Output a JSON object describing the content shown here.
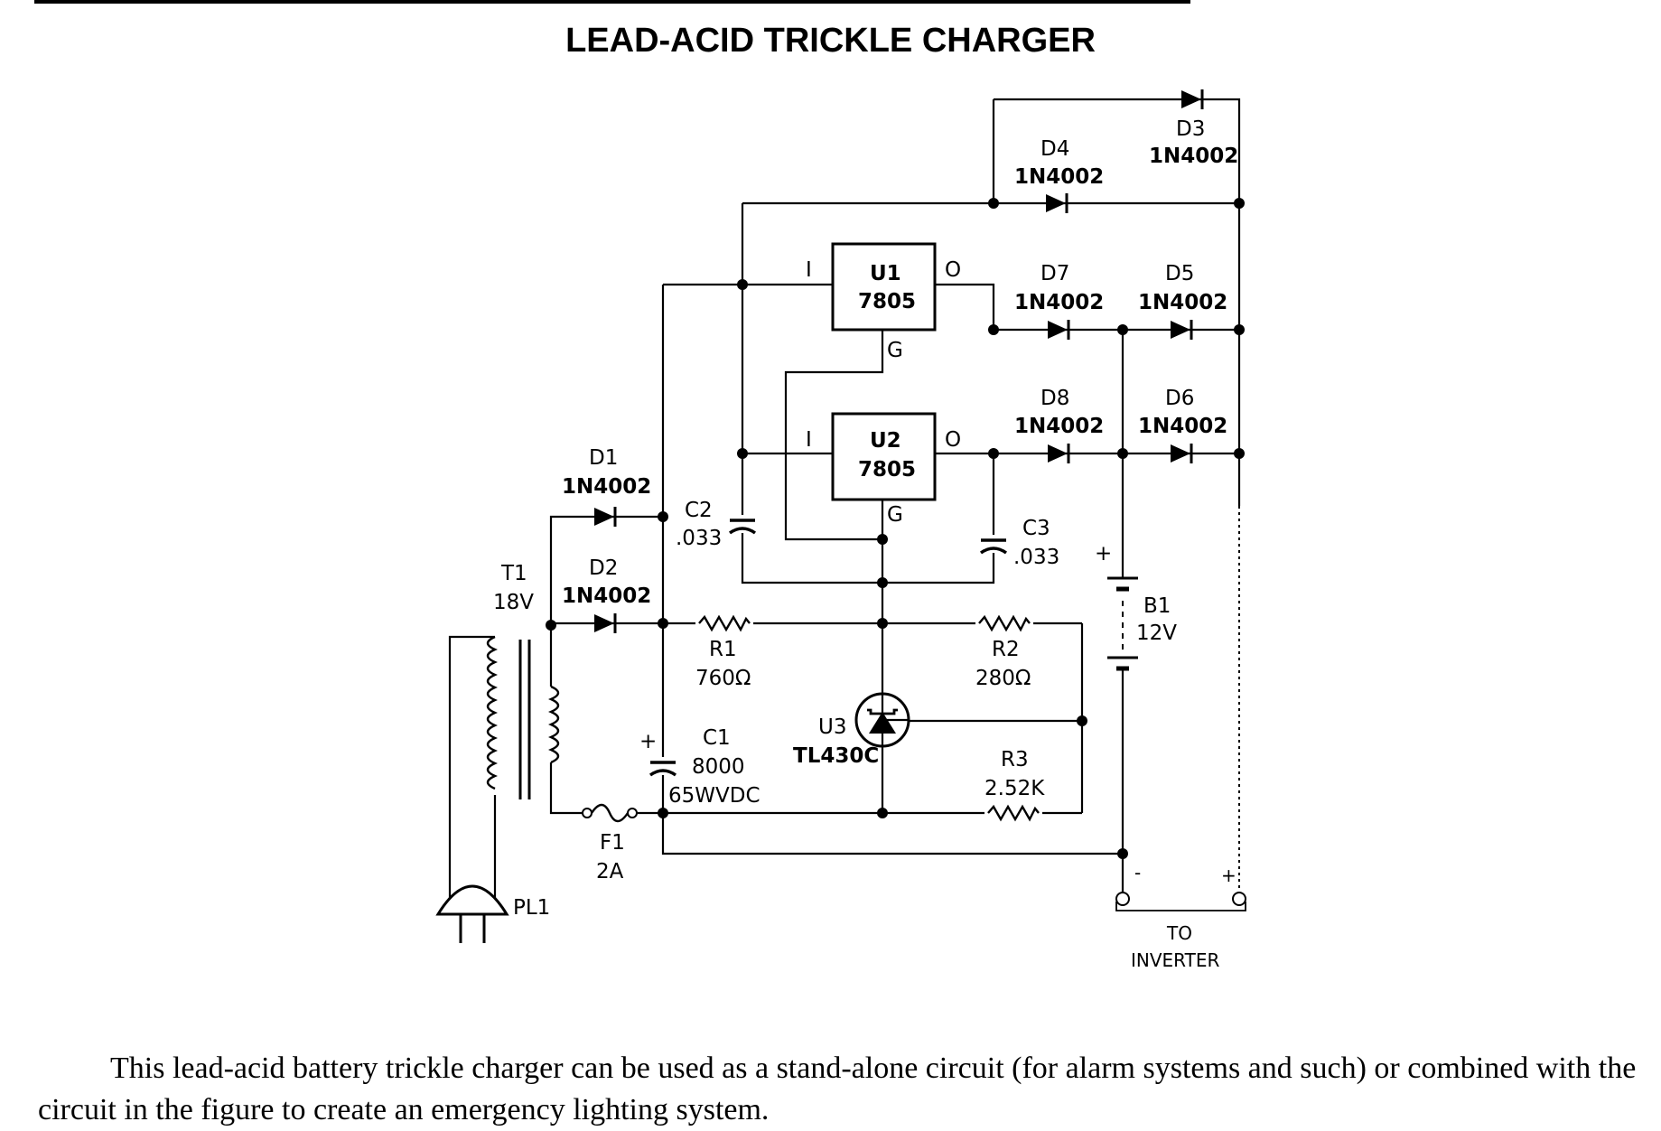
{
  "title": "LEAD-ACID TRICKLE CHARGER",
  "components": {
    "d1": {
      "ref": "D1",
      "part": "1N4002"
    },
    "d2": {
      "ref": "D2",
      "part": "1N4002"
    },
    "d3": {
      "ref": "D3",
      "part": "1N4002"
    },
    "d4": {
      "ref": "D4",
      "part": "1N4002"
    },
    "d5": {
      "ref": "D5",
      "part": "1N4002"
    },
    "d6": {
      "ref": "D6",
      "part": "1N4002"
    },
    "d7": {
      "ref": "D7",
      "part": "1N4002"
    },
    "d8": {
      "ref": "D8",
      "part": "1N4002"
    },
    "u1": {
      "ref": "U1",
      "part": "7805",
      "pin_i": "I",
      "pin_o": "O",
      "pin_g": "G"
    },
    "u2": {
      "ref": "U2",
      "part": "7805",
      "pin_i": "I",
      "pin_o": "O",
      "pin_g": "G"
    },
    "u3": {
      "ref": "U3",
      "part": "TL430C"
    },
    "c1": {
      "ref": "C1",
      "value": "8000",
      "rating": "65WVDC",
      "polarity": "+"
    },
    "c2": {
      "ref": "C2",
      "value": ".033"
    },
    "c3": {
      "ref": "C3",
      "value": ".033"
    },
    "r1": {
      "ref": "R1",
      "value": "760Ω"
    },
    "r2": {
      "ref": "R2",
      "value": "280Ω"
    },
    "r3": {
      "ref": "R3",
      "value": "2.52K"
    },
    "t1": {
      "ref": "T1",
      "value": "18V"
    },
    "f1": {
      "ref": "F1",
      "value": "2A"
    },
    "b1": {
      "ref": "B1",
      "value": "12V",
      "polarity": "+"
    },
    "pl1": {
      "ref": "PL1"
    },
    "inverter": {
      "line1": "TO",
      "line2": "INVERTER",
      "minus": "-",
      "plus": "+"
    }
  },
  "caption": "This lead-acid battery trickle charger can be used as a stand-alone circuit (for alarm systems and such) or combined with the circuit in the figure to create an emergency lighting system."
}
